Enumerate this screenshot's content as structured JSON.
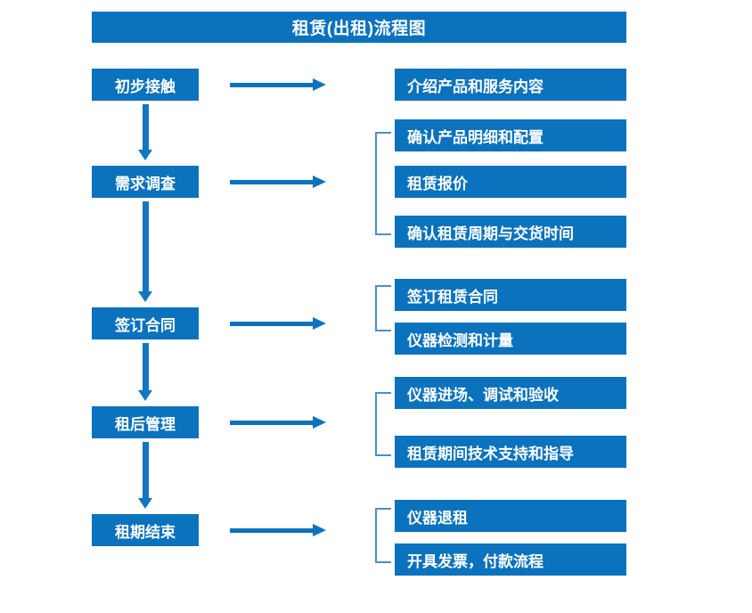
{
  "title": "租赁(出租)流程图",
  "theme": {
    "box_fill": "#0b72bd",
    "box_text": "#ffffff",
    "arrow": "#0b72bd",
    "bracket": "#4f8ec4",
    "background": "#ffffff"
  },
  "stages": [
    {
      "label": "初步接触"
    },
    {
      "label": "需求调查"
    },
    {
      "label": "签订合同"
    },
    {
      "label": "租后管理"
    },
    {
      "label": "租期结束"
    }
  ],
  "details": [
    {
      "label": "介绍产品和服务内容"
    },
    {
      "label": "确认产品明细和配置"
    },
    {
      "label": "租赁报价"
    },
    {
      "label": "确认租赁周期与交货时间"
    },
    {
      "label": "签订租赁合同"
    },
    {
      "label": "仪器检测和计量"
    },
    {
      "label": "仪器进场、调试和验收"
    },
    {
      "label": "租赁期间技术支持和指导"
    },
    {
      "label": "仪器退租"
    },
    {
      "label": "开具发票，付款流程"
    }
  ]
}
